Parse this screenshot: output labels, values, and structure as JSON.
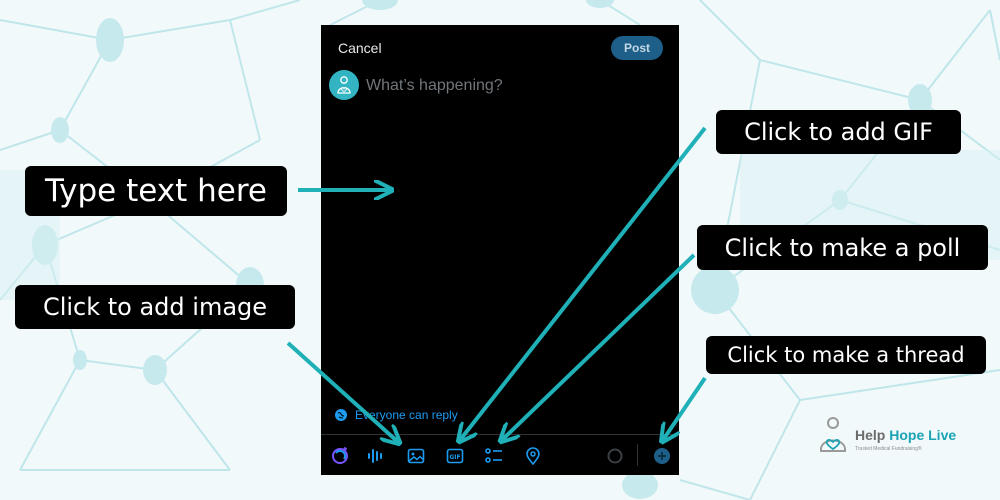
{
  "composer": {
    "cancel_label": "Cancel",
    "post_label": "Post",
    "placeholder": "What’s happening?",
    "reply_setting": "Everyone can reply"
  },
  "toolbar": {
    "icons": [
      "grok-icon",
      "audio-icon",
      "image-icon",
      "gif-icon",
      "poll-icon",
      "location-icon",
      "progress-ring-icon",
      "add-thread-icon"
    ]
  },
  "callouts": {
    "type_text": "Type text here",
    "add_image": "Click to add image",
    "add_gif": "Click to add GIF",
    "make_poll": "Click to make a poll",
    "make_thread": "Click to make a thread"
  },
  "logo": {
    "name_part1": "Help ",
    "name_part2": "Hope Live",
    "tagline": "Trusted Medical Fundraising®"
  },
  "colors": {
    "accent": "#1fb0b8",
    "twitter_blue": "#1d9bf0",
    "label_bg": "#000000",
    "background": "#f2f9fa"
  }
}
